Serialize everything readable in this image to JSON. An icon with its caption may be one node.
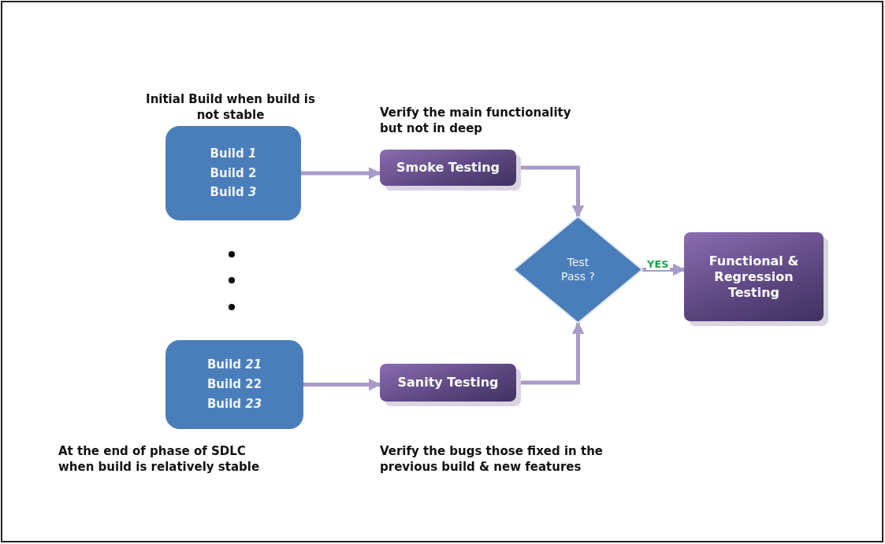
{
  "diagram": {
    "nodes": [
      {
        "text": [
          "Build *1*",
          "Build 2",
          "Build *3*"
        ],
        "beside": [
          "Initial Build when build is not stable"
        ]
      },
      {
        "text": [
          "Smoke Testing"
        ],
        "beside": [
          "Verify the main functionality but not in deep"
        ]
      },
      {
        "text": [
          "Test Pass ?"
        ]
      },
      {
        "text": [
          "Functional & Regression Testing"
        ]
      },
      {
        "text": [
          "Build *21*",
          "Build 22",
          "Build *23*"
        ],
        "beside": [
          "At the end of phase of SDLC when build is relatively stable"
        ]
      },
      {
        "text": [
          "Sanity Testing"
        ],
        "beside": [
          "Verify the bugs those fixed in the previous build & new features"
        ]
      }
    ],
    "edges": [
      {
        "from": 0,
        "to": 1,
        "arrow": "to"
      },
      {
        "from": 1,
        "to": 2,
        "arrow": "to"
      },
      {
        "from": 2,
        "to": 3,
        "arrow": "to",
        "label": "YES"
      },
      {
        "from": 4,
        "to": 5,
        "arrow": "to"
      },
      {
        "from": 5,
        "to": 2,
        "arrow": "to"
      }
    ]
  }
}
